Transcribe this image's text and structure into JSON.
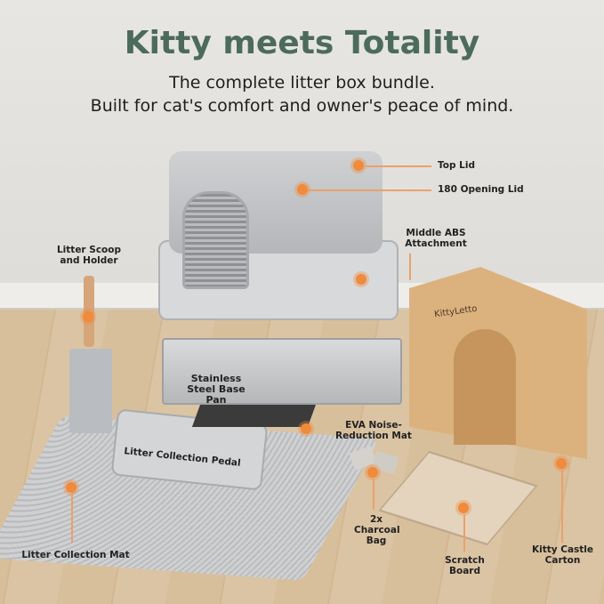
{
  "header": {
    "title": "Kitty meets Totality",
    "subtitle_line1": "The complete litter box bundle.",
    "subtitle_line2": "Built for cat's comfort and owner's peace of mind."
  },
  "labels": {
    "top_lid": "Top Lid",
    "opening_lid": "180 Opening Lid",
    "middle_abs": "Middle ABS Attachment",
    "scoop": "Litter Scoop and Holder",
    "base_pan": "Stainless Steel Base Pan",
    "eva_mat": "EVA Noise-Reduction Mat",
    "pedal": "Litter Collection Pedal",
    "charcoal": "2x Charcoal Bag",
    "collection_mat": "Litter Collection Mat",
    "scratch": "Scratch Board",
    "castle": "Kitty Castle Carton"
  },
  "brand_on_carton": "KittyLetto",
  "colors": {
    "title": "#4c6b5c",
    "accent": "#f08a3c",
    "product_gray": "#c9cbcd"
  }
}
